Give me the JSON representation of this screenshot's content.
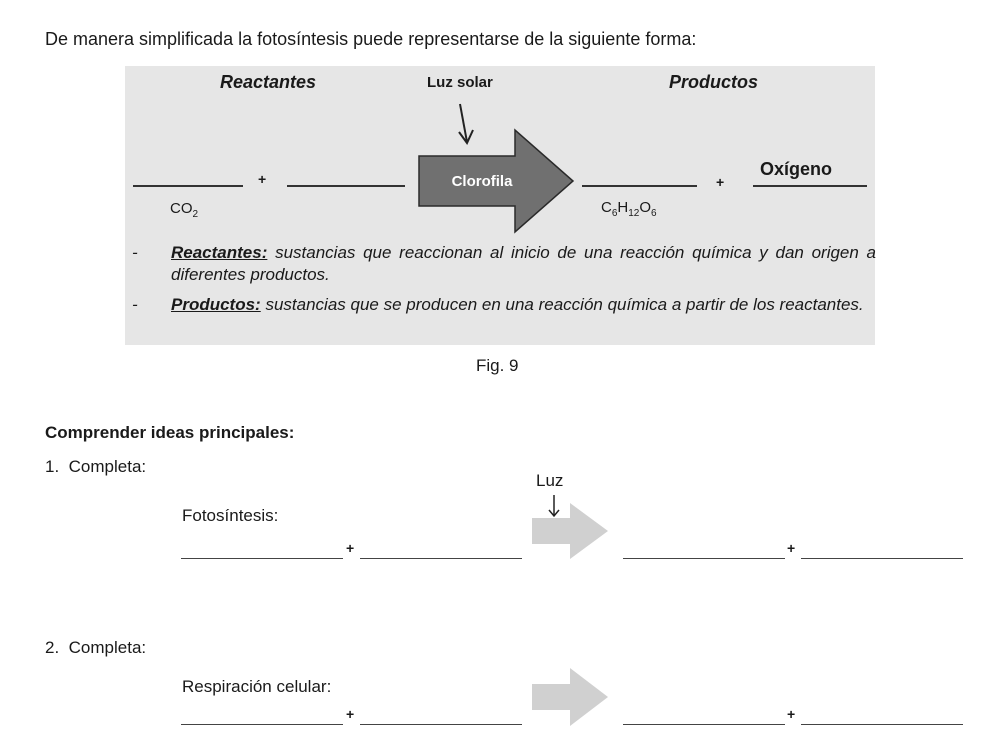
{
  "intro": "De manera simplificada la fotosíntesis puede representarse de la siguiente forma:",
  "figure": {
    "reactants_header": "Reactantes",
    "light_label": "Luz solar",
    "products_header": "Productos",
    "plus": "+",
    "arrow_label": "Clorofila",
    "co2": {
      "main": "CO",
      "sub": "2"
    },
    "glucose": [
      {
        "t": "C",
        "s": "6"
      },
      {
        "t": "H",
        "s": "12"
      },
      {
        "t": "O",
        "s": "6"
      }
    ],
    "oxygen": "Oxígeno",
    "definitions": [
      {
        "dash": "-",
        "term": "Reactantes:",
        "text": " sustancias que reaccionan al inicio de una reacción química y dan origen a diferentes productos."
      },
      {
        "dash": "-",
        "term": "Productos:",
        "text": " sustancias que se producen en una reacción química a partir de los reactantes."
      }
    ],
    "caption": "Fig. 9"
  },
  "section_title": "Comprender ideas principales:",
  "questions": [
    {
      "number": "1.",
      "instruction": "Completa:",
      "label": "Fotosíntesis:",
      "arrow_label": "Luz",
      "plus": "+"
    },
    {
      "number": "2.",
      "instruction": "Completa:",
      "label": "Respiración celular:",
      "plus": "+"
    }
  ],
  "colors": {
    "figure_bg": "#e6e6e6",
    "dark_arrow": "#707070",
    "light_arrow": "#d0d0d0"
  }
}
